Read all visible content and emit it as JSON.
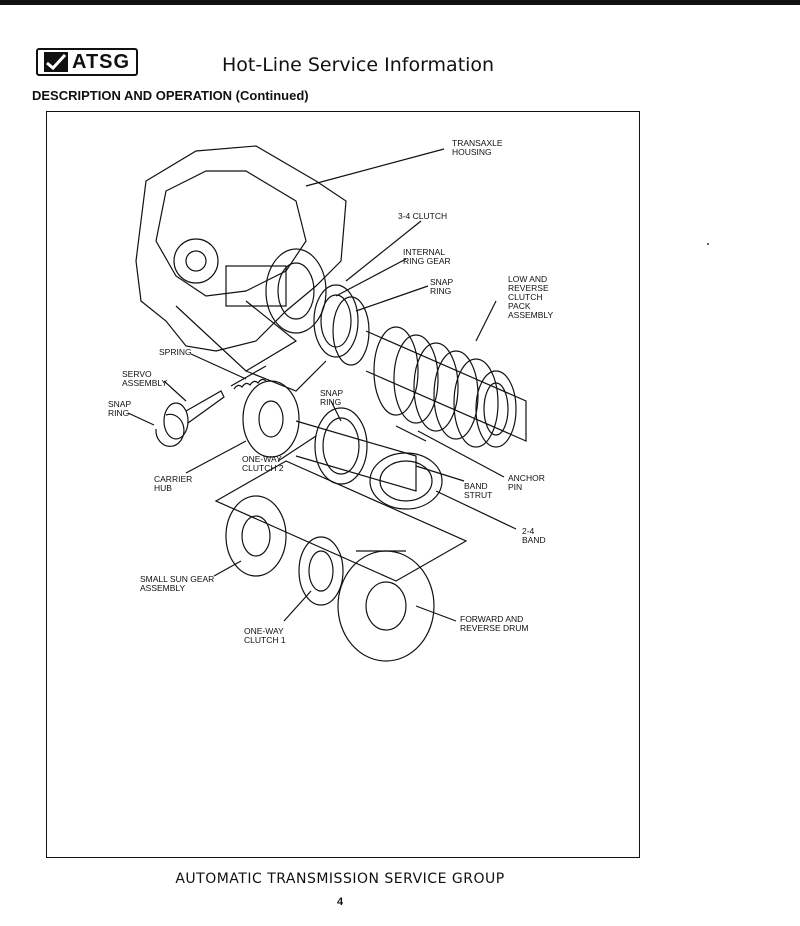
{
  "header": {
    "logo_text": "ATSG",
    "title": "Hot-Line Service Information"
  },
  "section": {
    "title": "DESCRIPTION AND OPERATION (Continued)"
  },
  "figure": {
    "labels": {
      "transaxle_housing": "TRANSAXLE\nHOUSING",
      "clutch_34": "3-4 CLUTCH",
      "internal_ring_gear": "INTERNAL\nRING GEAR",
      "snap_ring_upper": "SNAP\nRING",
      "low_reverse_pack": "LOW AND\nREVERSE\nCLUTCH\nPACK\nASSEMBLY",
      "spring": "SPRING",
      "servo_assembly": "SERVO\nASSEMBLY",
      "snap_ring_left": "SNAP\nRING",
      "snap_ring_middle": "SNAP\nRING",
      "one_way_clutch_2": "ONE-WAY\nCLUTCH 2",
      "carrier_hub": "CARRIER\nHUB",
      "anchor_pin": "ANCHOR\nPIN",
      "band_strut": "BAND\nSTRUT",
      "band_24": "2-4\nBAND",
      "small_sun_gear": "SMALL SUN GEAR\nASSEMBLY",
      "one_way_clutch_1": "ONE-WAY\nCLUTCH 1",
      "forward_reverse_drum": "FORWARD AND\nREVERSE DRUM"
    }
  },
  "footer": {
    "title": "AUTOMATIC TRANSMISSION SERVICE GROUP",
    "page_number": "4"
  }
}
